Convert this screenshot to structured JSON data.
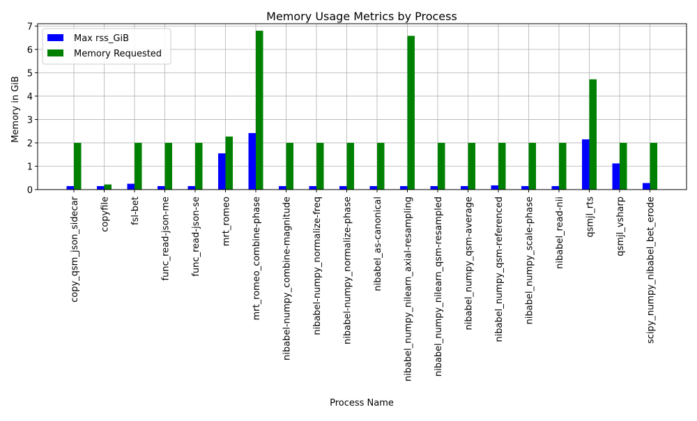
{
  "chart_data": {
    "type": "bar",
    "title": "Memory Usage Metrics by Process",
    "xlabel": "Process Name",
    "ylabel": "Memory in GiB",
    "ylim": [
      0,
      7.1
    ],
    "yticks": [
      "0",
      "1",
      "2",
      "3",
      "4",
      "5",
      "6",
      "7"
    ],
    "grid": true,
    "legend_position": "top-left",
    "categories": [
      "copy_qsm_json_sidecar",
      "copyfile",
      "fsl-bet",
      "func_read-json-me",
      "func_read-json-se",
      "mrt_romeo",
      "mrt_romeo_combine-phase",
      "nibabel-numpy_combine-magnitude",
      "nibabel-numpy_normalize-freq",
      "nibabel-numpy_normalize-phase",
      "nibabel_as-canonical",
      "nibabel_numpy_nilearn_axial-resampling",
      "nibabel_numpy_nilearn_qsm-resampled",
      "nibabel_numpy_qsm-average",
      "nibabel_numpy_qsm-referenced",
      "nibabel_numpy_scale-phase",
      "nibabel_read-nii",
      "qsmjl_rts",
      "qsmjl_vsharp",
      "scipy_numpy_nibabel_bet_erode"
    ],
    "series": [
      {
        "name": "Max rss_GiB",
        "color": "#0000ff",
        "values": [
          0.15,
          0.15,
          0.25,
          0.15,
          0.15,
          1.55,
          2.42,
          0.15,
          0.15,
          0.15,
          0.15,
          0.15,
          0.15,
          0.15,
          0.18,
          0.15,
          0.15,
          2.15,
          1.12,
          0.28
        ]
      },
      {
        "name": "Memory Requested",
        "color": "#008000",
        "values": [
          2.0,
          0.22,
          2.0,
          2.0,
          2.0,
          2.27,
          6.8,
          2.0,
          2.0,
          2.0,
          2.0,
          6.58,
          2.0,
          2.0,
          2.0,
          2.0,
          2.0,
          4.72,
          2.0,
          2.0
        ]
      }
    ]
  }
}
